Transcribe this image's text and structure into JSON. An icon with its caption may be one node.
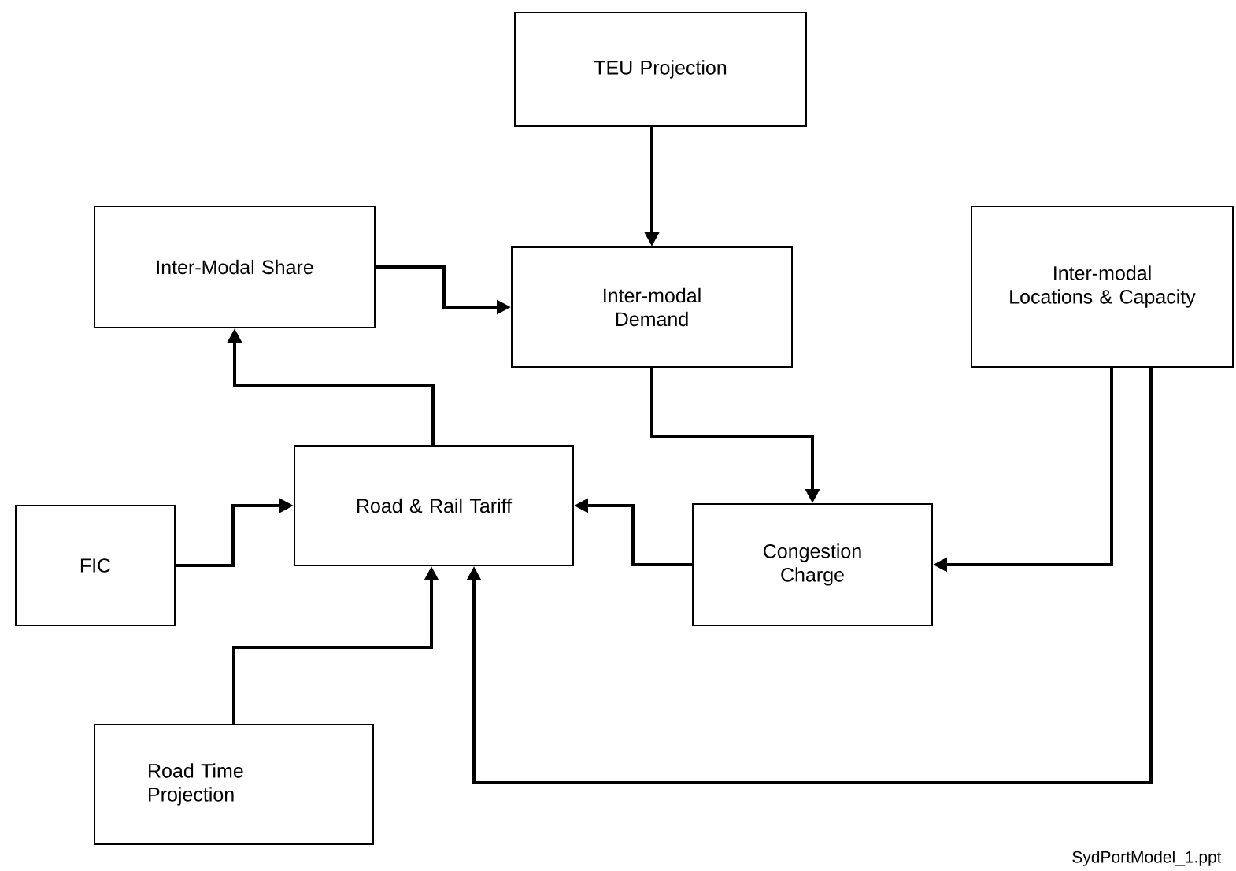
{
  "diagram": {
    "nodes": [
      {
        "text": [
          "TEU Projection"
        ]
      },
      {
        "text": [
          "Inter-Modal Share"
        ]
      },
      {
        "text": [
          "Inter-modal Demand"
        ]
      },
      {
        "text": [
          "Inter-modal Locations & Capacity"
        ]
      },
      {
        "text": [
          "FIC"
        ]
      },
      {
        "text": [
          "Road & Rail Tariff"
        ]
      },
      {
        "text": [
          "Congestion Charge"
        ]
      },
      {
        "text": [
          "Road Time Projection"
        ]
      }
    ],
    "edges": [
      {
        "from": 0,
        "to": 2,
        "arrow": "to"
      },
      {
        "from": 1,
        "to": 2,
        "arrow": "to"
      },
      {
        "from": 5,
        "to": 1,
        "arrow": "to"
      },
      {
        "from": 2,
        "to": 6,
        "arrow": "to"
      },
      {
        "from": 3,
        "to": 6,
        "arrow": "to"
      },
      {
        "from": 3,
        "to": 5,
        "arrow": "to"
      },
      {
        "from": 6,
        "to": 5,
        "arrow": "to"
      },
      {
        "from": 4,
        "to": 5,
        "arrow": "to"
      },
      {
        "from": 7,
        "to": 5,
        "arrow": "to"
      }
    ],
    "labels": [
      "SydPortModel_1.ppt"
    ]
  }
}
